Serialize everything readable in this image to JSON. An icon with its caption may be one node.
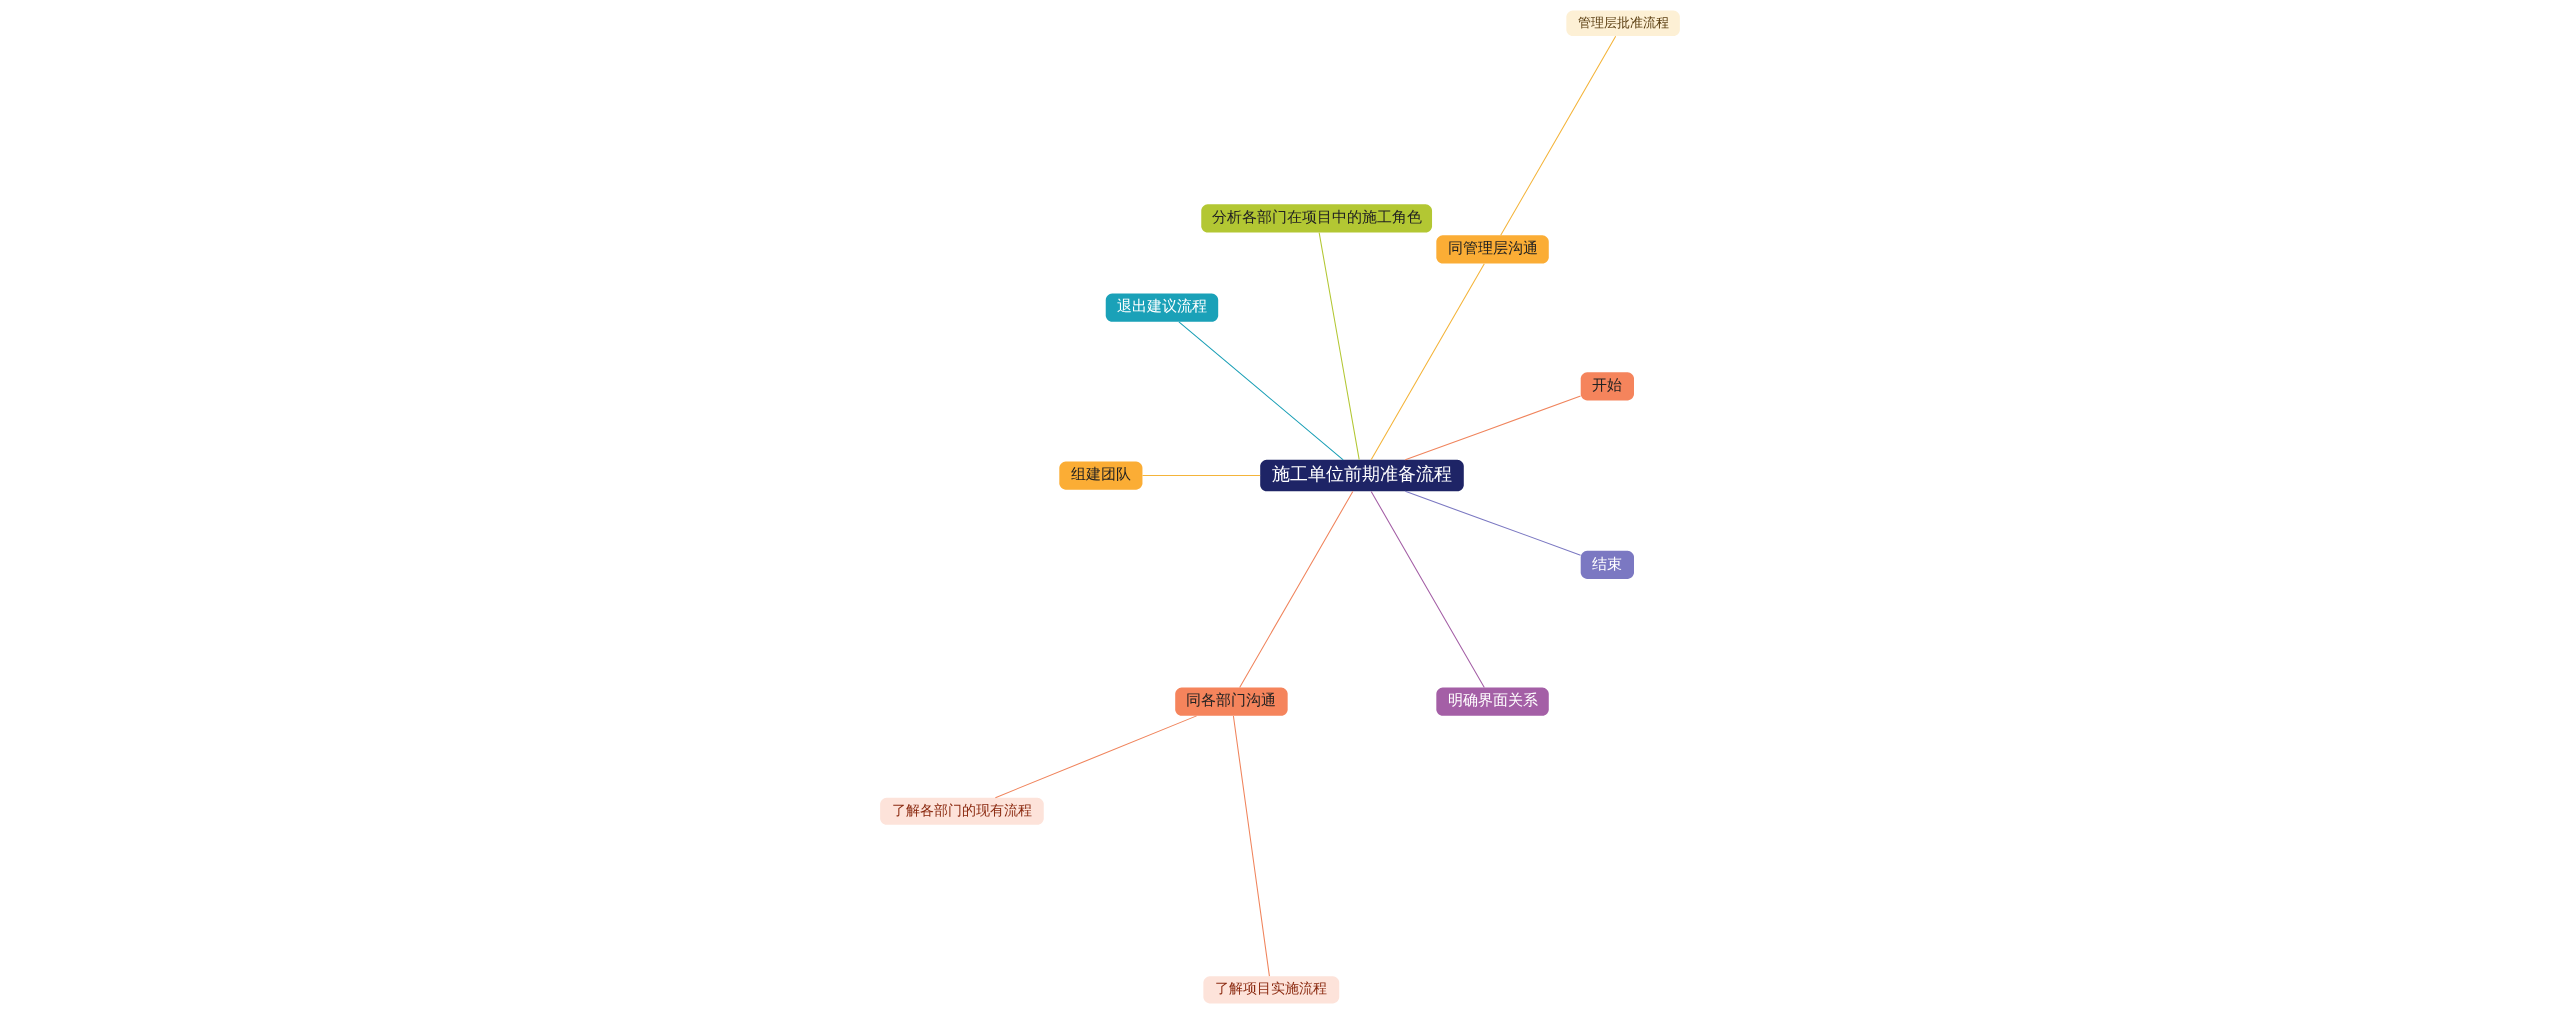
{
  "diagram": {
    "nodes": [
      {
        "text": [
          "施工单位前期准备流程"
        ]
      },
      {
        "text": [
          "开始"
        ]
      },
      {
        "text": [
          "同管理层沟通"
        ]
      },
      {
        "text": [
          "管理层批准流程"
        ]
      },
      {
        "text": [
          "分析各部门在项目中的施工角色"
        ]
      },
      {
        "text": [
          "退出建议流程"
        ]
      },
      {
        "text": [
          "组建团队"
        ]
      },
      {
        "text": [
          "同各部门沟通"
        ]
      },
      {
        "text": [
          "了解各部门的现有流程"
        ]
      },
      {
        "text": [
          "了解项目实施流程"
        ]
      },
      {
        "text": [
          "明确界面关系"
        ]
      },
      {
        "text": [
          "结束"
        ]
      }
    ],
    "edges": [
      {
        "from": 0,
        "to": 1,
        "arrow": "none",
        "color": "#f0845c"
      },
      {
        "from": 0,
        "to": 2,
        "arrow": "none",
        "color": "#f4b43a"
      },
      {
        "from": 2,
        "to": 3,
        "arrow": "none",
        "color": "#f4b43a"
      },
      {
        "from": 0,
        "to": 4,
        "arrow": "none",
        "color": "#b3c733"
      },
      {
        "from": 0,
        "to": 5,
        "arrow": "none",
        "color": "#1a9fb6"
      },
      {
        "from": 0,
        "to": 6,
        "arrow": "none",
        "color": "#f4b43a"
      },
      {
        "from": 0,
        "to": 7,
        "arrow": "none",
        "color": "#f0845c"
      },
      {
        "from": 7,
        "to": 8,
        "arrow": "none",
        "color": "#f0845c"
      },
      {
        "from": 7,
        "to": 9,
        "arrow": "none",
        "color": "#f0845c"
      },
      {
        "from": 0,
        "to": 10,
        "arrow": "none",
        "color": "#a45fa6"
      },
      {
        "from": 0,
        "to": 11,
        "arrow": "none",
        "color": "#7b78c2"
      }
    ]
  }
}
